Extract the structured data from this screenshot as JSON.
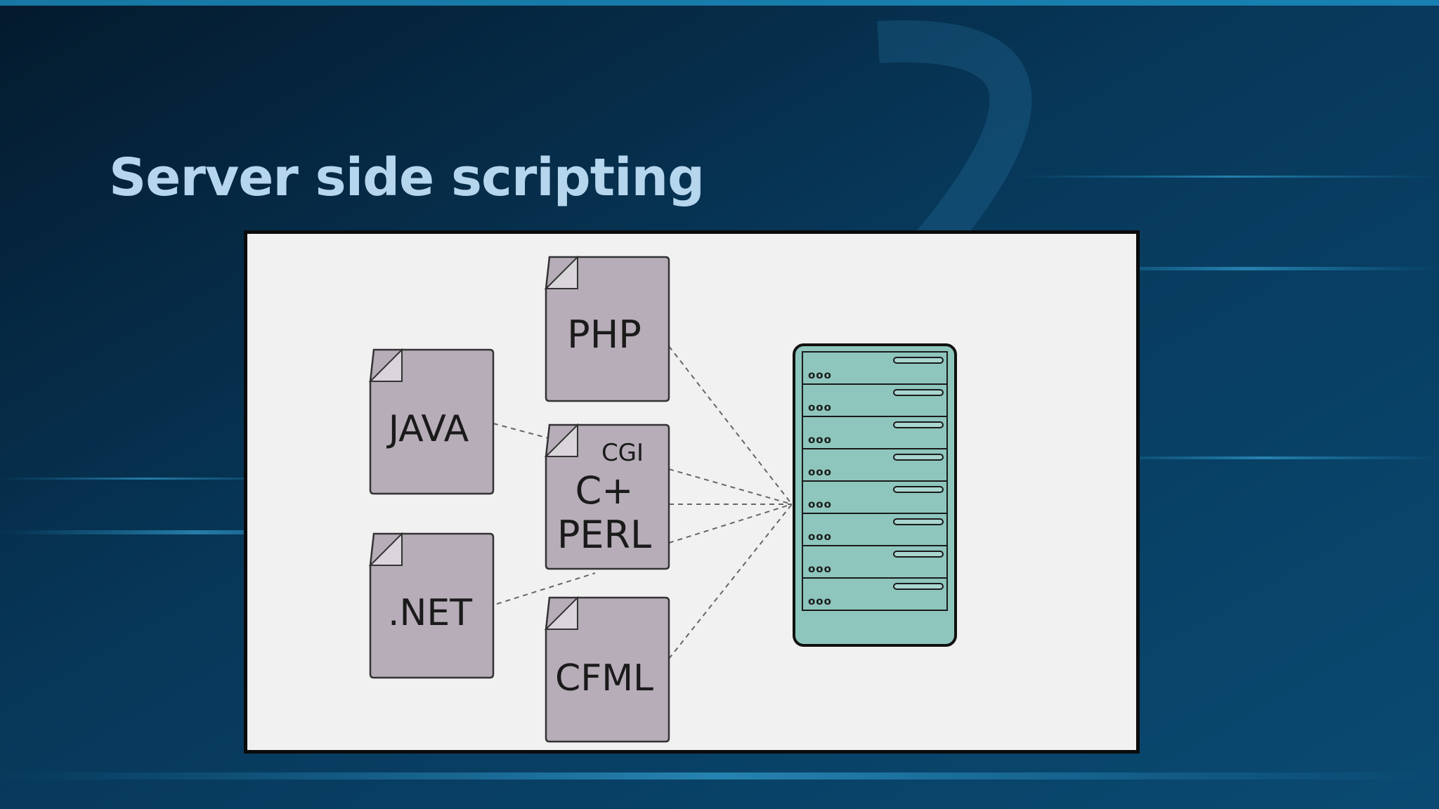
{
  "slide": {
    "title": "Server side scripting"
  },
  "diagram": {
    "documents": {
      "java": "JAVA",
      "php": "PHP",
      "cgi_line1": "CGI",
      "cgi_line2": "C+",
      "cgi_line3": "PERL",
      "net": ".NET",
      "cfml": "CFML"
    },
    "server": {
      "rack_units": 8,
      "unit_dots": "ooo"
    },
    "colors": {
      "document_fill": "#b6adb8",
      "server_fill": "#8ec6bd",
      "title": "#b6d6ee"
    }
  }
}
